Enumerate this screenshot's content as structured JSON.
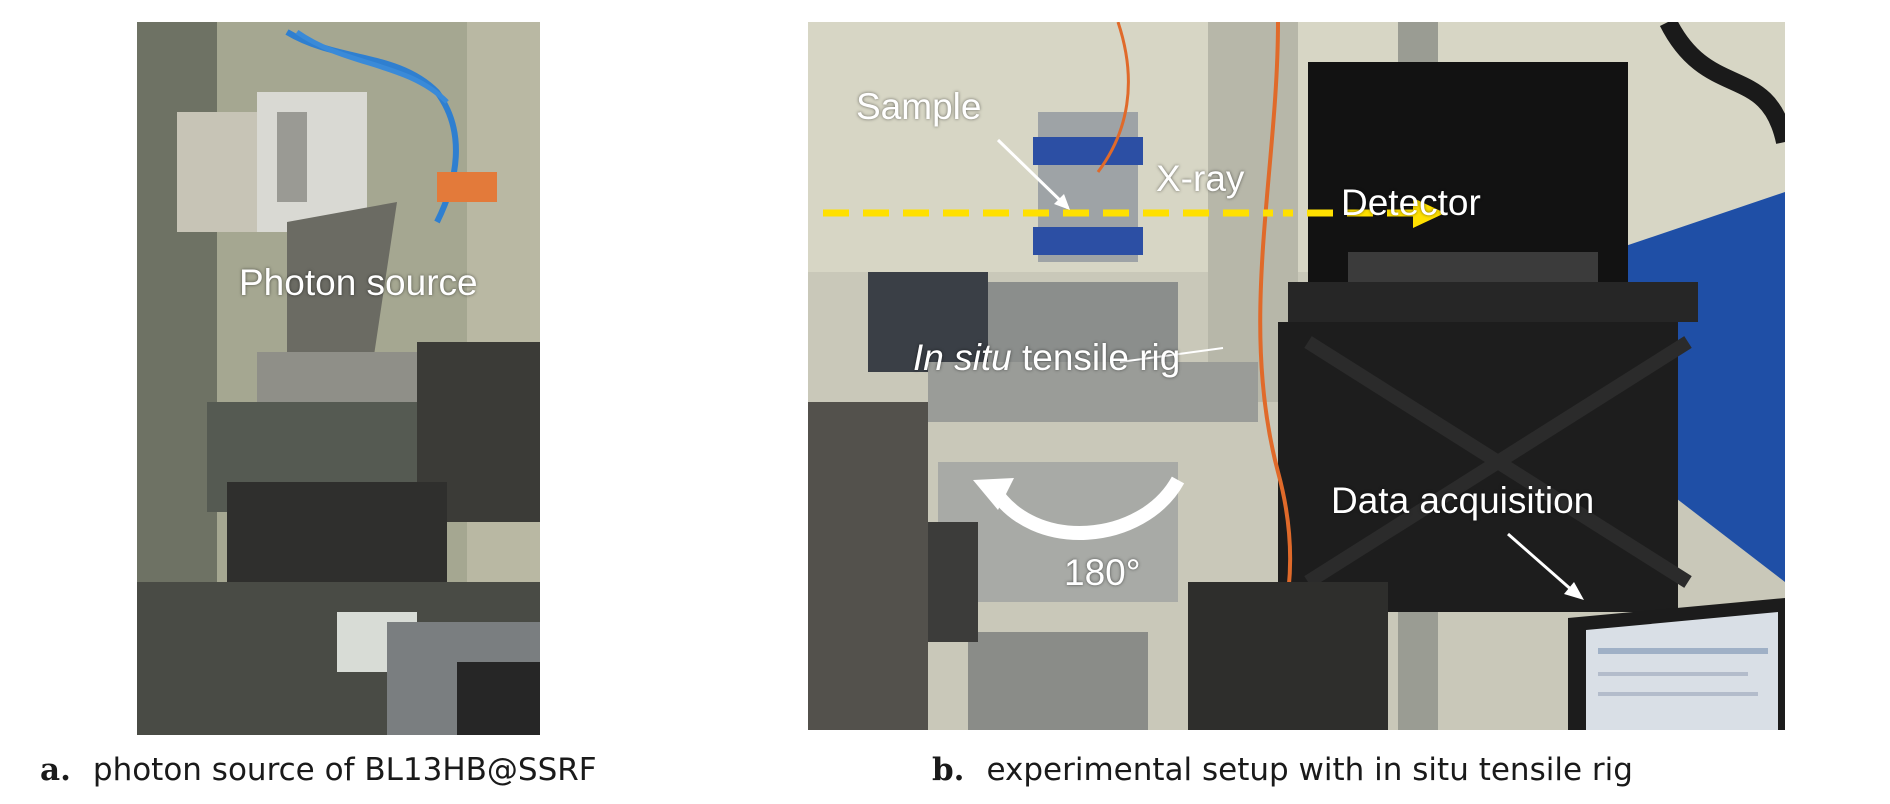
{
  "panel_a": {
    "overlay_label": "Photon source",
    "caption_letter": "a.",
    "caption_text": "photon source of BL13HB@SSRF"
  },
  "panel_b": {
    "labels": {
      "sample": "Sample",
      "xray": "X-ray",
      "detector": "Detector",
      "rig_italic": "In situ",
      "rig_rest": " tensile rig",
      "angle": "180°",
      "data_acquisition": "Data acquisition"
    },
    "caption_letter": "b.",
    "caption_text": "experimental setup with in situ tensile rig"
  },
  "colors": {
    "xray_arrow": "#ffe000",
    "label_text": "#ffffff",
    "cable_blue": "#2f7fd0",
    "cable_orange": "#e06a2a",
    "cloth_blue": "#1f4fa6"
  }
}
